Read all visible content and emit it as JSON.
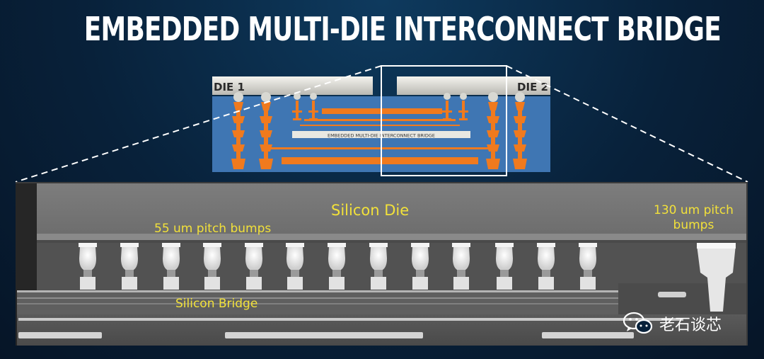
{
  "title": "EMBEDDED MULTI-DIE INTERCONNECT BRIDGE",
  "schematic": {
    "die1_label": "DIE 1",
    "die2_label": "DIE 2",
    "bridge_label": "EMBEDDED MULTI-DIE INTERCONNECT BRIDGE"
  },
  "micrograph": {
    "silicon_die_label": "Silicon Die",
    "fine_pitch_label": "55 um pitch bumps",
    "coarse_pitch_label_line1": "130 um pitch",
    "coarse_pitch_label_line2": "bumps",
    "silicon_bridge_label": "Silicon Bridge"
  },
  "watermark": {
    "text": "老石谈芯",
    "icon": "wechat-icon"
  },
  "colors": {
    "background": "#08213a",
    "substrate_blue": "#3f76b3",
    "interconnect_orange": "#f07a1e",
    "label_yellow": "#f2e13a",
    "zoom_frame": "#ffffff"
  }
}
